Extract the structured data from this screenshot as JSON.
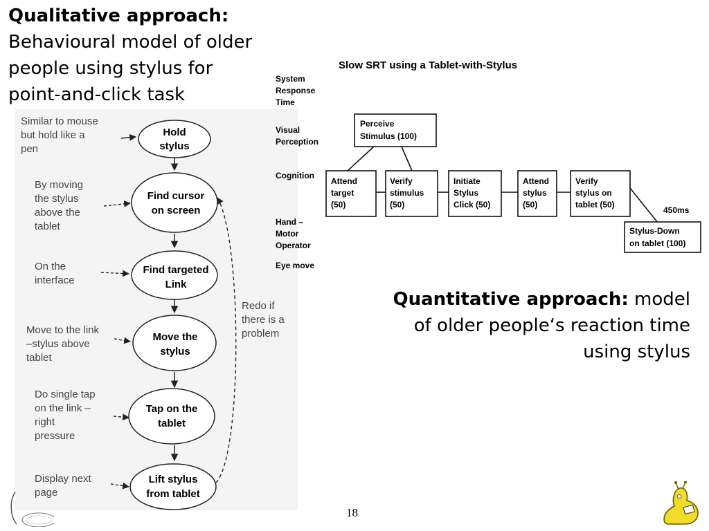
{
  "slide": {
    "qualitative_heading": "Qualitative approach:",
    "qualitative_text_1": "Behavioural model of older",
    "qualitative_text_2": "people using stylus for",
    "qualitative_text_3": "point-and-click task",
    "quantitative_heading": "Quantitative approach:",
    "quantitative_text_1": "model",
    "quantitative_text_2": "of older people‘s reaction time",
    "quantitative_text_3": "using stylus",
    "page_number": "18"
  },
  "flow": {
    "steps": [
      {
        "line1": "Hold",
        "line2": "stylus"
      },
      {
        "line1": "Find cursor",
        "line2": "on screen"
      },
      {
        "line1": "Find targeted",
        "line2": "Link"
      },
      {
        "line1": "Move the",
        "line2": "stylus"
      },
      {
        "line1": "Tap on the",
        "line2": "tablet"
      },
      {
        "line1": "Lift stylus",
        "line2": "from tablet"
      }
    ],
    "notes": [
      "Similar to mouse\nbut hold like a\npen",
      "By moving\nthe stylus\nabove the\ntablet",
      "On the\ninterface",
      "Move to the link\n–stylus above\ntablet",
      "Do single tap\non the link –\nright\npressure",
      "Display next\npage"
    ],
    "loop_label": "Redo if\nthere is a\nproblem"
  },
  "klm": {
    "title": "Slow SRT using a Tablet-with-Stylus",
    "row_labels": [
      "System\nResponse\nTime",
      "Visual\nPerception",
      "Cognition",
      "Hand –\nMotor\nOperator",
      "Eye move"
    ],
    "perceive_box": [
      "Perceive",
      "Stimulus (100)"
    ],
    "cognition_boxes": [
      [
        "Attend",
        "target",
        "(50)"
      ],
      [
        "Verify",
        "stimulus",
        "(50)"
      ],
      [
        "Initiate",
        "Stylus",
        "Click  (50)"
      ],
      [
        "Attend",
        "stylus",
        "(50)"
      ],
      [
        "Verify",
        "stylus on",
        "tablet (50)"
      ]
    ],
    "motor_box": [
      "Stylus-Down",
      "on tablet (100)"
    ],
    "total_label": "450ms"
  }
}
